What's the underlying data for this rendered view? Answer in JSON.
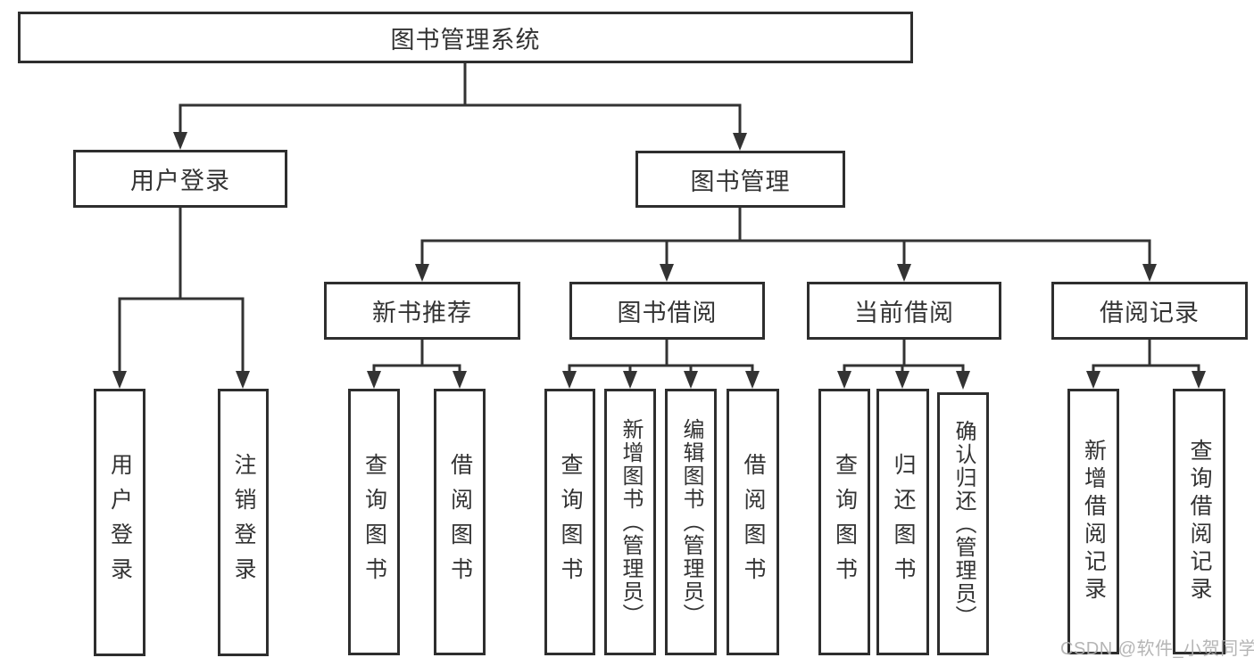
{
  "tree": {
    "root": {
      "label": "图书管理系统",
      "children": [
        {
          "label": "用户登录",
          "children": [
            {
              "label": "用户登录"
            },
            {
              "label": "注销登录"
            }
          ]
        },
        {
          "label": "图书管理",
          "children": [
            {
              "label": "新书推荐",
              "children": [
                {
                  "label": "查询图书"
                },
                {
                  "label": "借阅图书"
                }
              ]
            },
            {
              "label": "图书借阅",
              "children": [
                {
                  "label": "查询图书"
                },
                {
                  "label": "新增图书（管理员）"
                },
                {
                  "label": "编辑图书（管理员）"
                },
                {
                  "label": "借阅图书"
                }
              ]
            },
            {
              "label": "当前借阅",
              "children": [
                {
                  "label": "查询图书"
                },
                {
                  "label": "归还图书"
                },
                {
                  "label": "确认归还（管理员）"
                }
              ]
            },
            {
              "label": "借阅记录",
              "children": [
                {
                  "label": "新增借阅记录"
                },
                {
                  "label": "查询借阅记录"
                }
              ]
            }
          ]
        }
      ]
    }
  },
  "watermark": {
    "text": "CSDN @软件_小贺同学"
  },
  "colors": {
    "line": "#333333",
    "box_border": "#2e2e2e",
    "box_background": "#ffffff",
    "text": "#333333",
    "watermark": "#afafaf",
    "background": "#ffffff"
  }
}
